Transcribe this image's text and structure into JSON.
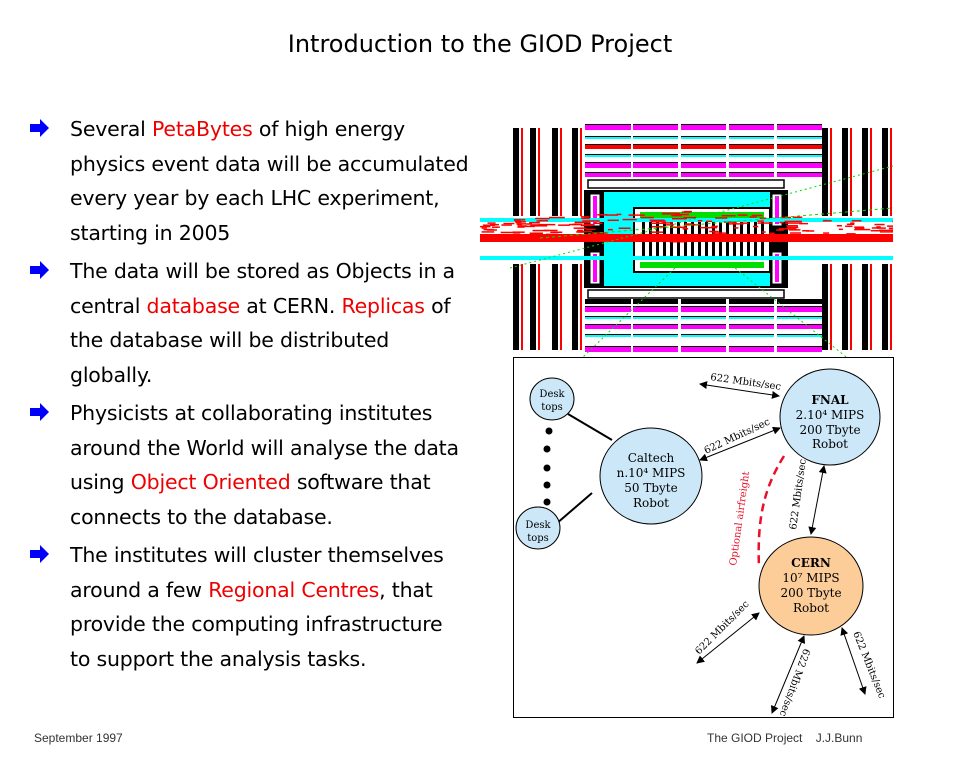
{
  "slide": {
    "title": "Introduction to the GIOD Project",
    "bullets": [
      {
        "icon": "arrow-right-icon",
        "lines": [
          [
            {
              "t": "Several "
            },
            {
              "t": "PetaBytes",
              "hl": true
            },
            {
              "t": " of high energy"
            }
          ],
          [
            {
              "t": "physics event data will be accumulated"
            }
          ],
          [
            {
              "t": "every year by each LHC experiment,"
            }
          ],
          [
            {
              "t": "starting in 2005"
            }
          ]
        ]
      },
      {
        "icon": "arrow-right-icon",
        "lines": [
          [
            {
              "t": "The data will be stored as Objects in a"
            }
          ],
          [
            {
              "t": "central "
            },
            {
              "t": "database",
              "hl": true
            },
            {
              "t": " at CERN. "
            },
            {
              "t": "Replicas",
              "hl": true
            },
            {
              "t": " of"
            }
          ],
          [
            {
              "t": "the database will be distributed"
            }
          ],
          [
            {
              "t": "globally."
            }
          ]
        ]
      },
      {
        "icon": "arrow-right-icon",
        "lines": [
          [
            {
              "t": "Physicists at collaborating institutes"
            }
          ],
          [
            {
              "t": "around the World will analyse the data"
            }
          ],
          [
            {
              "t": "using "
            },
            {
              "t": "Object Oriented",
              "hl": true
            },
            {
              "t": " software that"
            }
          ],
          [
            {
              "t": "connects to the database."
            }
          ]
        ]
      },
      {
        "icon": "arrow-right-icon",
        "lines": [
          [
            {
              "t": "The institutes will cluster themselves"
            }
          ],
          [
            {
              "t": "around a few "
            },
            {
              "t": "Regional Centres",
              "hl": true
            },
            {
              "t": ", that"
            }
          ],
          [
            {
              "t": "provide the computing infrastructure"
            }
          ],
          [
            {
              "t": "to support the analysis tasks."
            }
          ]
        ]
      }
    ],
    "footer": {
      "date": "September 1997",
      "project_author": "The GIOD Project    J.J.Bunn"
    }
  },
  "colors": {
    "highlight": "#ee0000",
    "bullet_arrow": "#0000ff",
    "node_blue": "#cce8f8",
    "node_orange": "#fccc99",
    "airfreight": "#e8102a",
    "detector_magenta": "#ff00ff",
    "detector_cyan": "#00ffff",
    "detector_red": "#ff0000",
    "detector_green": "#00dd00"
  },
  "detector_image": {
    "label": "CMS detector event display"
  },
  "network_diagram": {
    "nodes": {
      "desktops_top": {
        "lines": [
          "Desk",
          "tops"
        ]
      },
      "desktops_bottom": {
        "lines": [
          "Desk",
          "tops"
        ]
      },
      "caltech": {
        "lines": [
          "Caltech",
          "n.10⁴ MIPS",
          "50 Tbyte",
          "Robot"
        ]
      },
      "fnal": {
        "lines": [
          "FNAL",
          "2.10⁴ MIPS",
          "200 Tbyte",
          "Robot"
        ]
      },
      "cern": {
        "lines": [
          "CERN",
          "10⁷ MIPS",
          "200 Tbyte",
          "Robot"
        ]
      }
    },
    "links": {
      "fnal_outbound": "622 Mbits/sec",
      "caltech_fnal": "622 Mbits/sec",
      "fnal_cern": "622 Mbits/sec",
      "cern_left": "622 Mbits/sec",
      "cern_bottom": "622 Mbits/sec",
      "cern_right": "622 Mbits/sec",
      "airfreight": "Optional airfreight"
    }
  }
}
